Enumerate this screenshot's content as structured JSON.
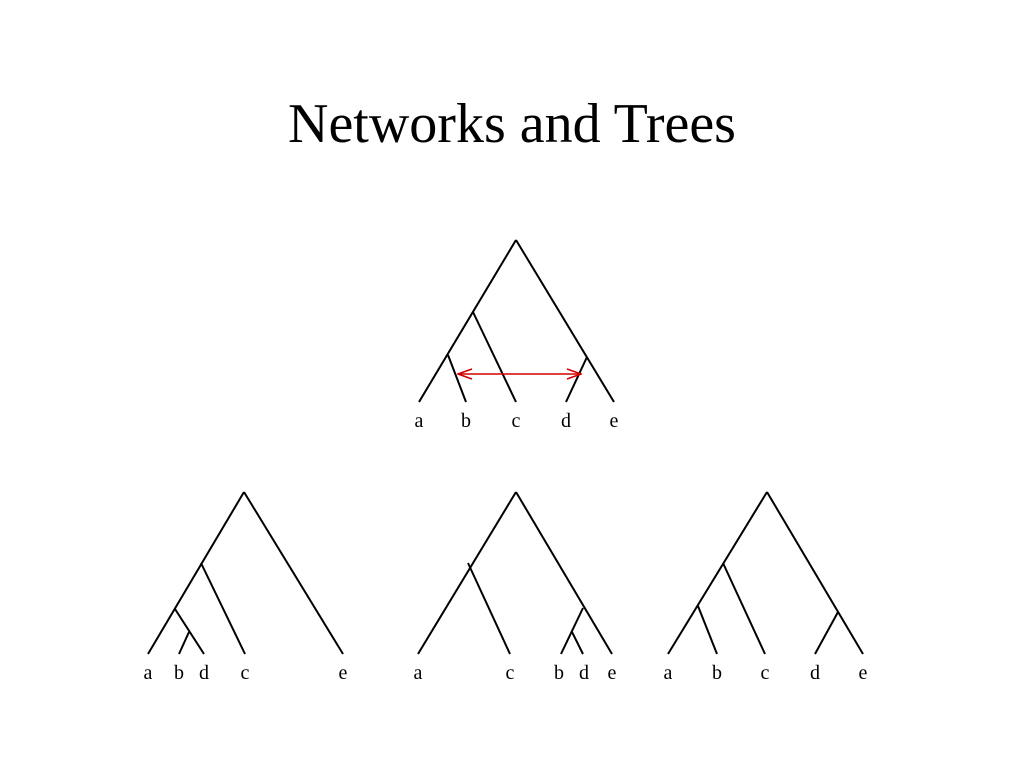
{
  "slide": {
    "title": "Networks and Trees"
  },
  "network": {
    "leaves": [
      "a",
      "b",
      "c",
      "d",
      "e"
    ],
    "reticulation_color": "#d40000"
  },
  "trees": [
    {
      "leaves": [
        "a",
        "b",
        "d",
        "c",
        "e"
      ]
    },
    {
      "leaves": [
        "a",
        "c",
        "b",
        "d",
        "e"
      ]
    },
    {
      "leaves": [
        "a",
        "b",
        "c",
        "d",
        "e"
      ]
    }
  ]
}
